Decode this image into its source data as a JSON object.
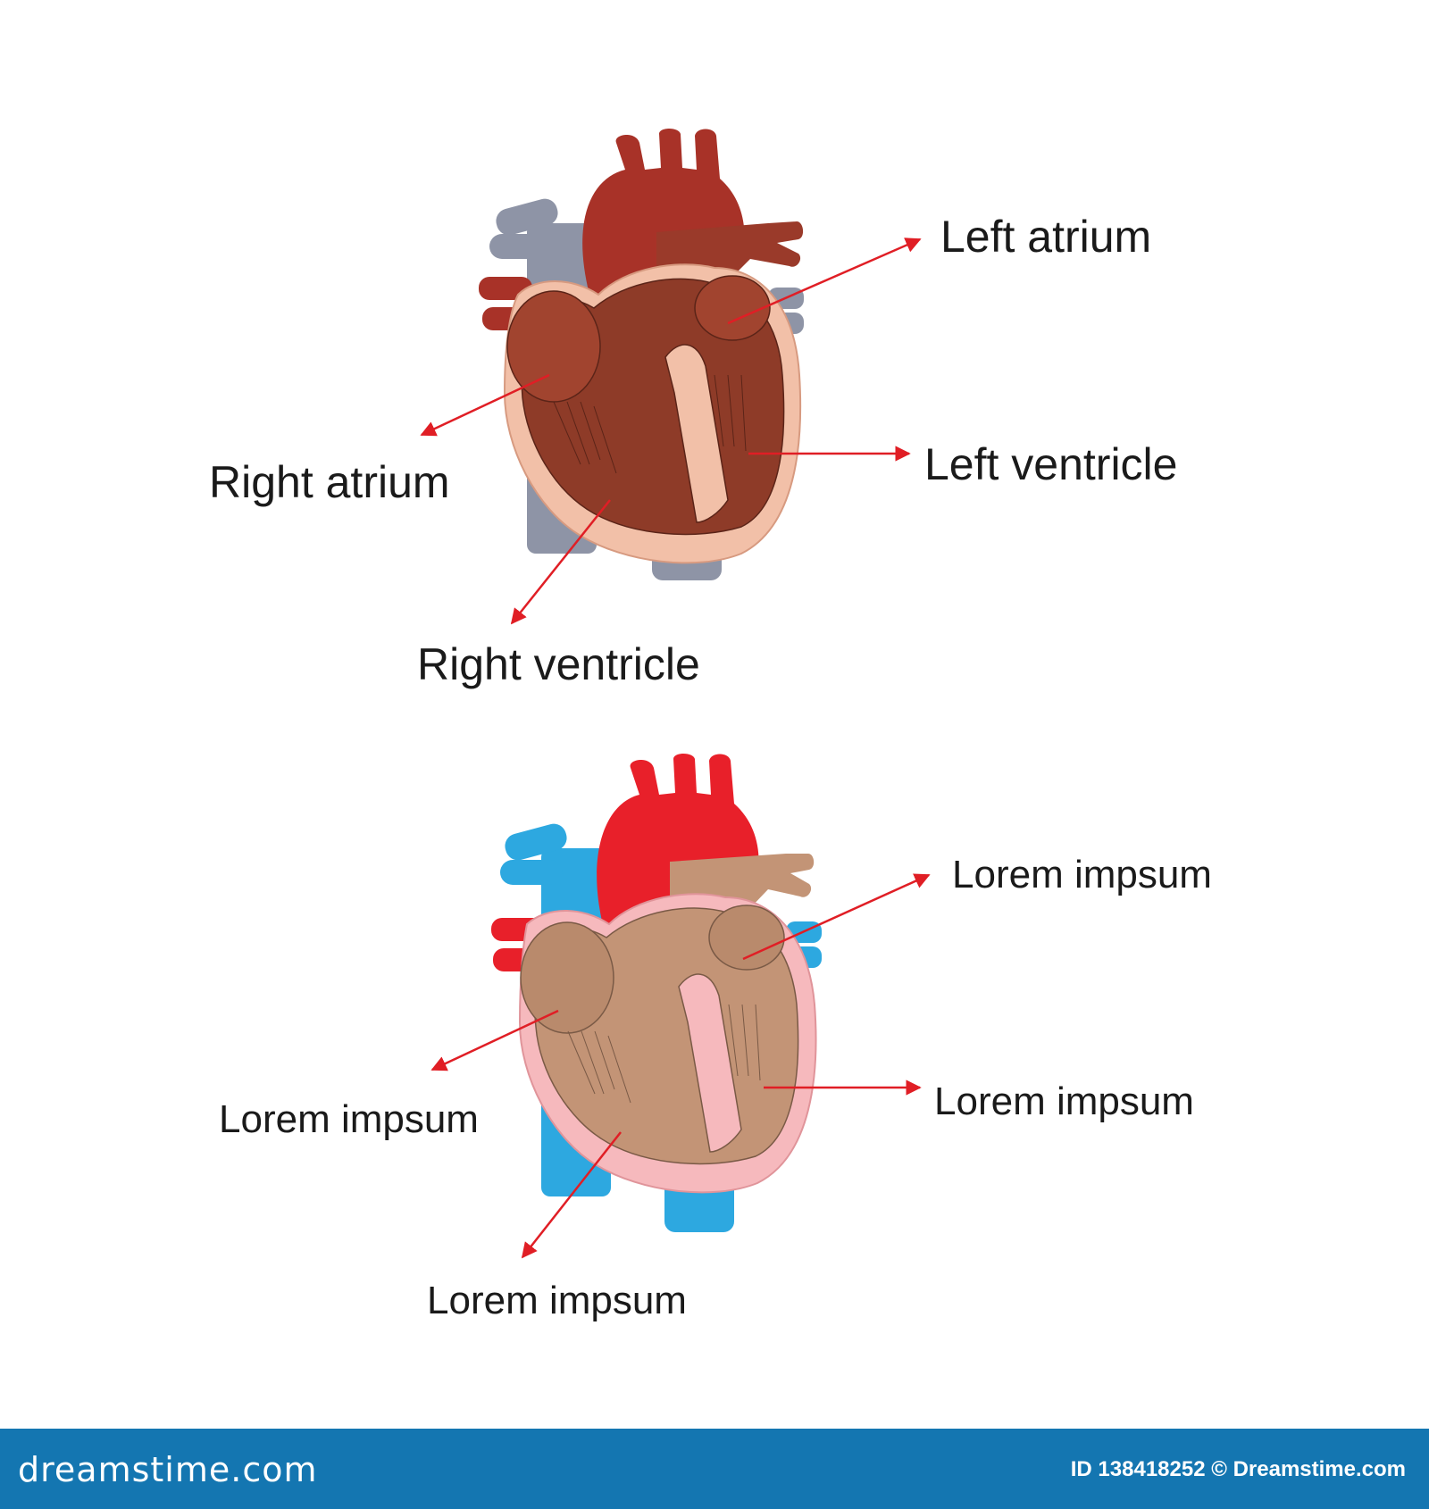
{
  "diagram_top": {
    "labels": {
      "left_atrium": "Left atrium",
      "left_ventricle": "Left ventricle",
      "right_atrium": "Right atrium",
      "right_ventricle": "Right ventricle"
    },
    "colors": {
      "aorta": "#a83228",
      "muscle": "#8e3b28",
      "pericardium": "#f2c0a8",
      "veins": "#8e94a6",
      "arrow": "#e01e25"
    }
  },
  "diagram_bottom": {
    "labels": {
      "left_atrium": "Lorem impsum",
      "left_ventricle": "Lorem impsum",
      "right_atrium": "Lorem impsum",
      "right_ventricle": "Lorem impsum"
    },
    "colors": {
      "aorta": "#e8202a",
      "muscle": "#c39476",
      "pericardium": "#f6b9bd",
      "veins": "#2da8e0",
      "arrow": "#e01e25"
    }
  },
  "footer": {
    "brand": "dreamstime.com",
    "id_text": "ID 138418252 © Dreamstime.com",
    "background": "#1476b1"
  }
}
